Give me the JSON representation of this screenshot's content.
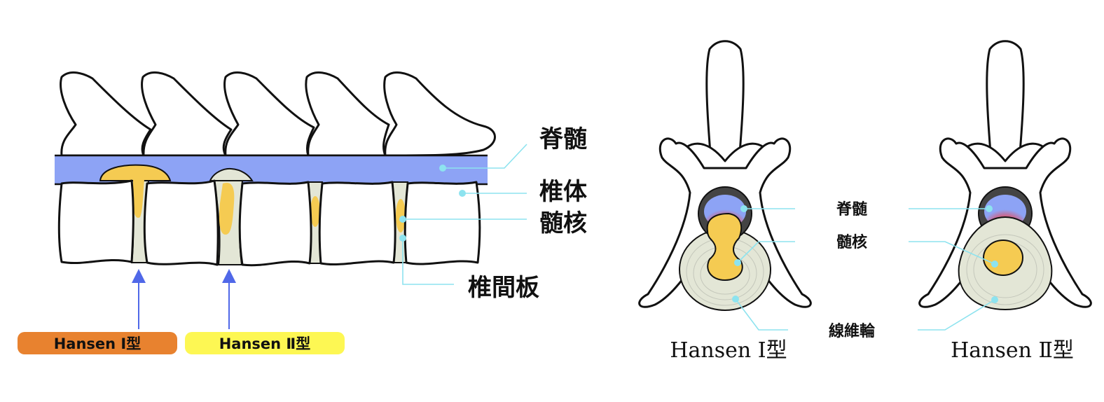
{
  "left_panel": {
    "labels": {
      "spinal_cord": "脊髄",
      "vertebral_body": "椎体",
      "nucleus_pulposus": "髄核",
      "intervertebral_disc": "椎間板"
    },
    "badges": [
      {
        "label": "Hansen Ⅰ型",
        "color": "#e8822f"
      },
      {
        "label": "Hansen Ⅱ型",
        "color": "#fdf753"
      }
    ],
    "arrow_color": "#5068e8",
    "spinal_cord_color": "#8da3f5",
    "nucleus_color": "#f5cb52"
  },
  "right_panel": {
    "labels": {
      "spinal_cord": "脊髄",
      "nucleus_pulposus": "髄核",
      "annulus_fibrosus": "線維輪"
    },
    "titles": [
      "Hansen Ⅰ型",
      "Hansen Ⅱ型"
    ]
  }
}
